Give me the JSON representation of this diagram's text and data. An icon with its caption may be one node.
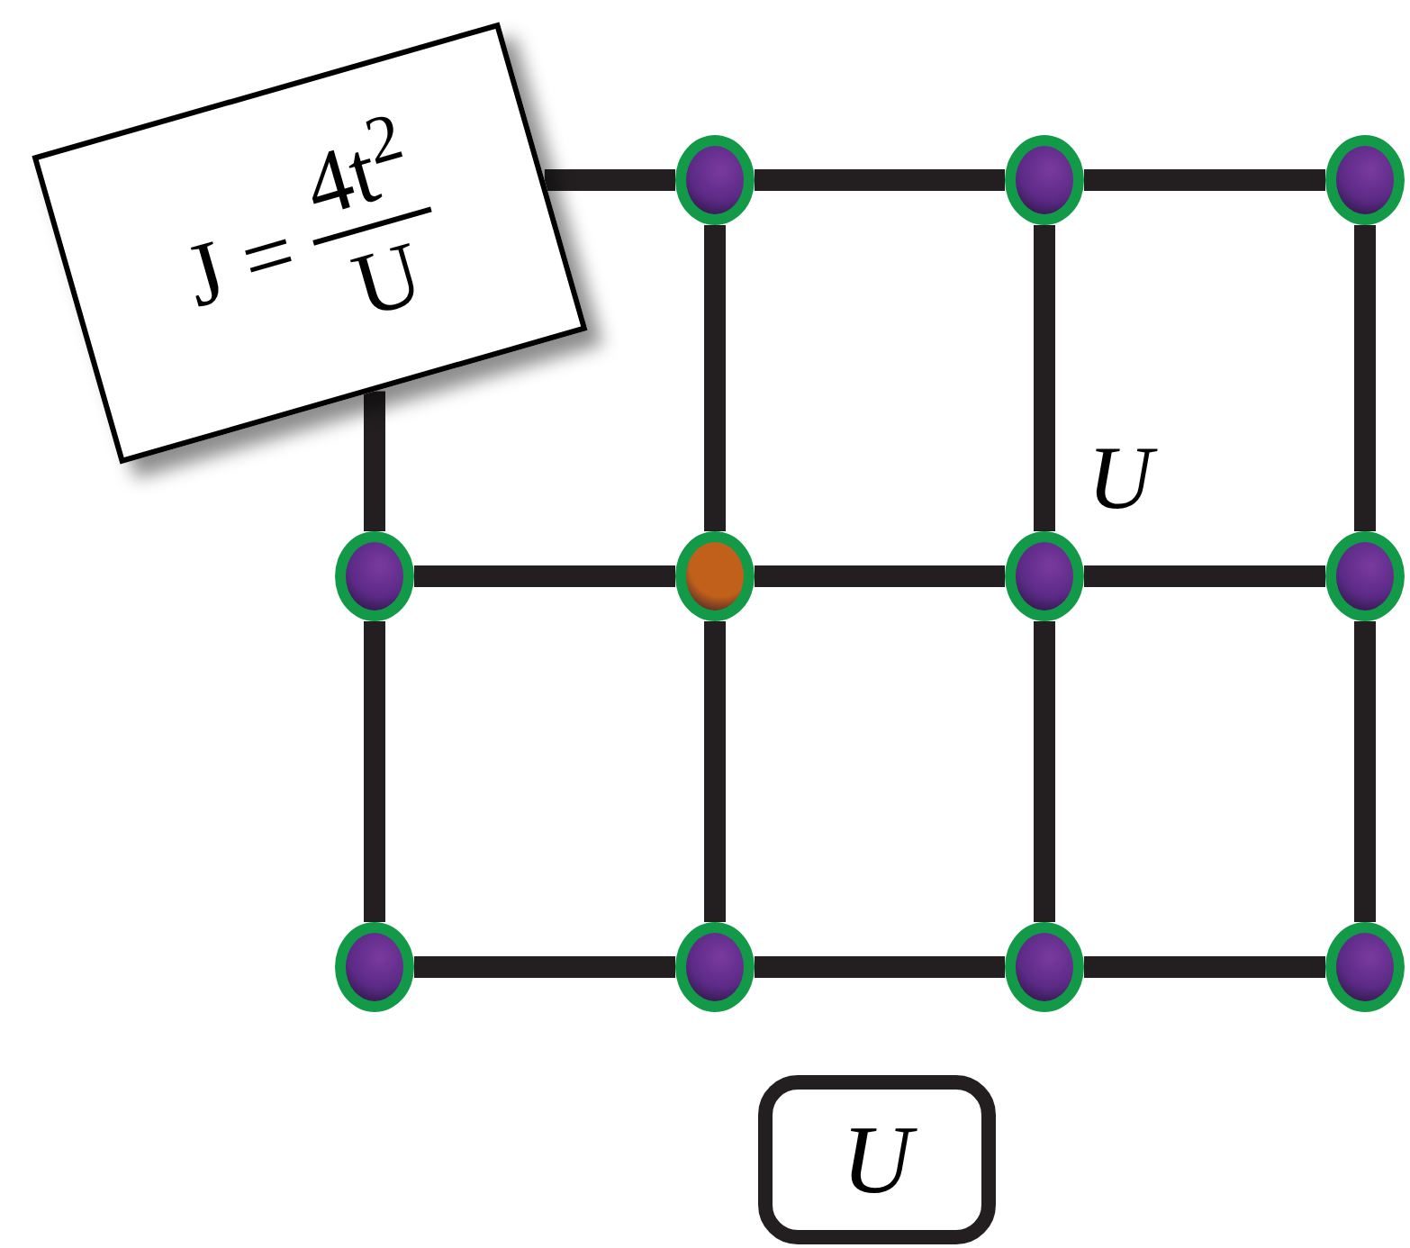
{
  "diagram": {
    "nodes": [
      {
        "text": [
          "J =",
          "4t$^{2}$",
          "U"
        ]
      },
      {
        "text": [],
        "shape": "circle"
      },
      {
        "text": [],
        "shape": "circle"
      },
      {
        "text": [],
        "shape": "circle"
      },
      {
        "text": [],
        "shape": "circle"
      },
      {
        "text": [],
        "shape": "circle"
      },
      {
        "text": [],
        "shape": "circle"
      },
      {
        "text": [],
        "shape": "circle"
      },
      {
        "text": [],
        "shape": "circle"
      },
      {
        "text": [],
        "shape": "circle"
      },
      {
        "text": [],
        "shape": "circle"
      },
      {
        "text": [],
        "shape": "circle"
      },
      {
        "text": [
          "U"
        ]
      }
    ],
    "edges": [
      {
        "from": 0,
        "to": 1,
        "arrow": "none"
      },
      {
        "from": 1,
        "to": 2,
        "arrow": "none"
      },
      {
        "from": 2,
        "to": 3,
        "arrow": "none"
      },
      {
        "from": 0,
        "to": 4,
        "arrow": "none"
      },
      {
        "from": 1,
        "to": 5,
        "arrow": "none"
      },
      {
        "from": 2,
        "to": 6,
        "arrow": "none"
      },
      {
        "from": 3,
        "to": 7,
        "arrow": "none"
      },
      {
        "from": 4,
        "to": 5,
        "arrow": "none"
      },
      {
        "from": 5,
        "to": 6,
        "arrow": "none"
      },
      {
        "from": 6,
        "to": 7,
        "arrow": "none"
      },
      {
        "from": 4,
        "to": 8,
        "arrow": "none"
      },
      {
        "from": 5,
        "to": 9,
        "arrow": "none"
      },
      {
        "from": 6,
        "to": 10,
        "arrow": "none"
      },
      {
        "from": 7,
        "to": 11,
        "arrow": "none"
      },
      {
        "from": 8,
        "to": 9,
        "arrow": "none"
      },
      {
        "from": 9,
        "to": 10,
        "arrow": "none"
      },
      {
        "from": 10,
        "to": 11,
        "arrow": "none"
      }
    ],
    "labels": [
      "U"
    ]
  }
}
